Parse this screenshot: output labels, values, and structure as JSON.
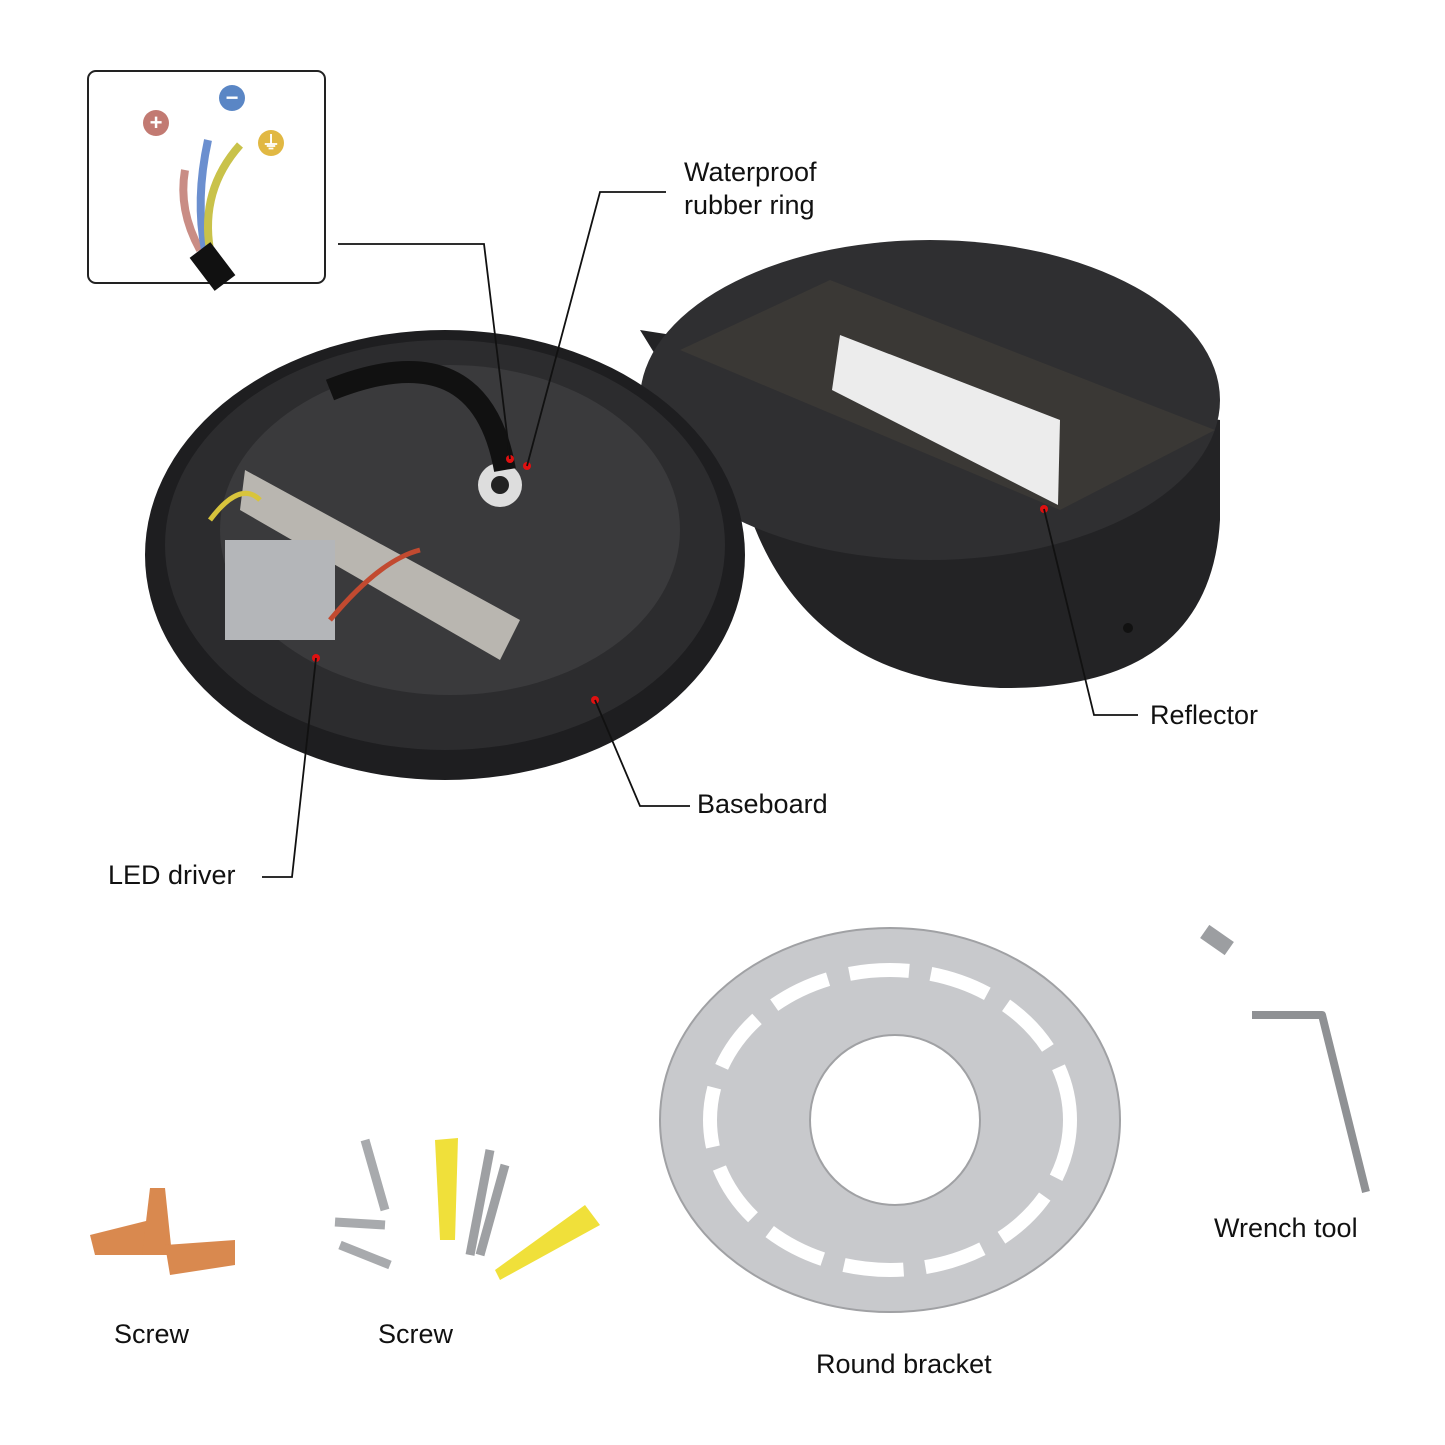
{
  "inset": {
    "symbols": [
      {
        "name": "positive",
        "glyph": "+",
        "color": "#c27a72"
      },
      {
        "name": "negative",
        "glyph": "−",
        "color": "#5a86c5"
      },
      {
        "name": "ground",
        "glyph": "⏚",
        "color": "#e1b843"
      }
    ]
  },
  "labels": {
    "rubber_ring_line1": "Waterproof",
    "rubber_ring_line2": "rubber ring",
    "reflector": "Reflector",
    "baseboard": "Baseboard",
    "led_driver": "LED driver",
    "wire_nuts": "Screw",
    "screws": "Screw",
    "round_bracket": "Round bracket",
    "wrench": "Wrench tool"
  },
  "colors": {
    "marker": "#e01010",
    "housing": "#2a2a2c",
    "metal": "#c8c9cc"
  }
}
